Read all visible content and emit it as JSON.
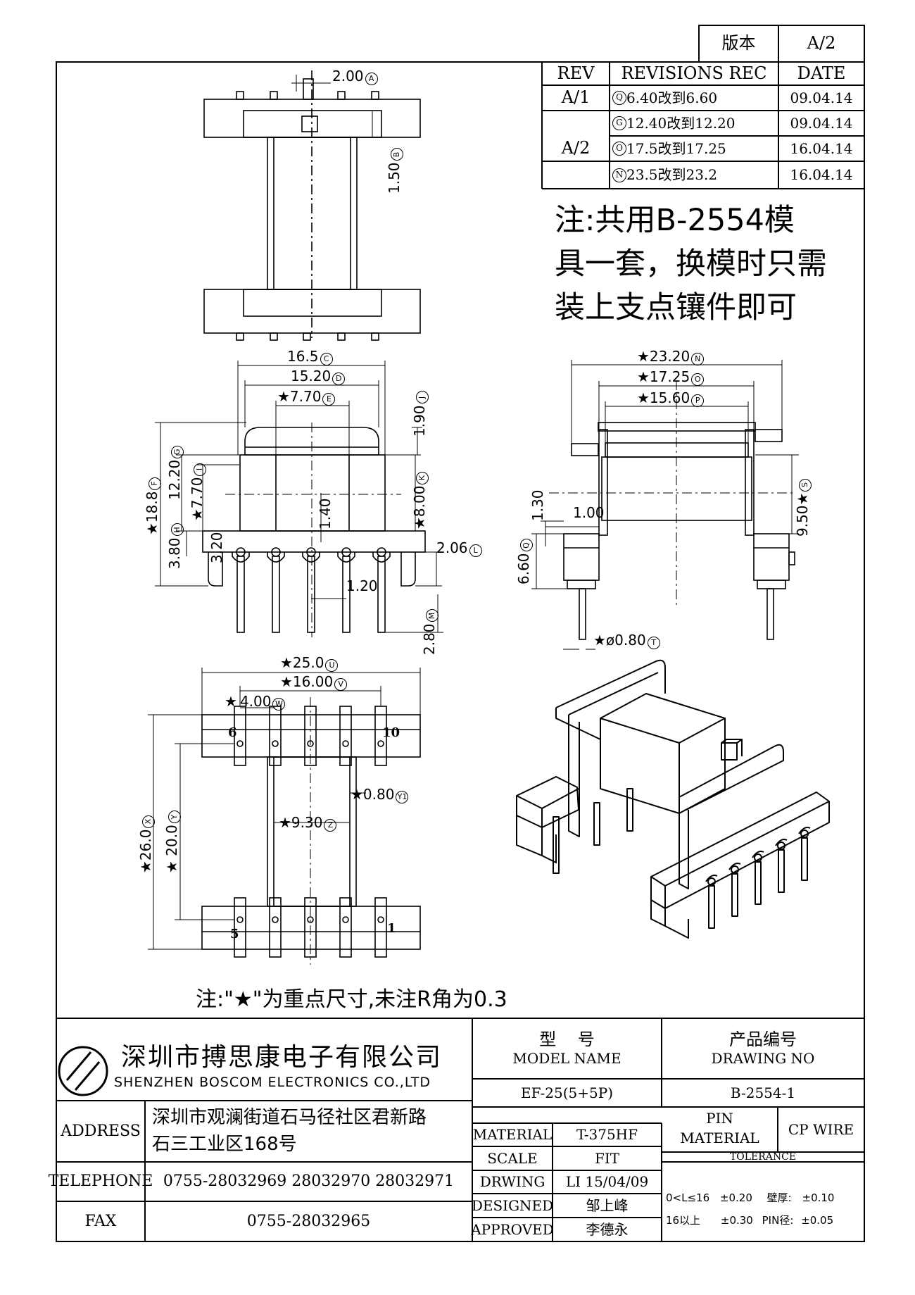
{
  "version_box": {
    "label": "版本",
    "value": "A/2"
  },
  "revisions": {
    "headers": [
      "REV",
      "REVISIONS REC",
      "DATE"
    ],
    "rows": [
      {
        "rev": "A/1",
        "mark": "Q",
        "text": "6.40改到6.60",
        "date": "09.04.14"
      },
      {
        "rev": "",
        "mark": "G",
        "text": "12.40改到12.20",
        "date": "09.04.14"
      },
      {
        "rev": "A/2",
        "mark": "O",
        "text": "17.5改到17.25",
        "date": "16.04.14"
      },
      {
        "rev": "",
        "mark": "N",
        "text": "23.5改到23.2",
        "date": "16.04.14"
      }
    ]
  },
  "note_top": [
    "注:共用B-2554模",
    "具一套，换模时只需",
    "装上支点镶件即可"
  ],
  "note_bottom": "注:\"★\"为重点尺寸,未注R角为0.3",
  "dims_top_view": [
    {
      "value": "2.00",
      "mark": "A"
    },
    {
      "value": "1.50",
      "mark": "B"
    }
  ],
  "dims_front_view": [
    {
      "value": "16.5",
      "mark": "C"
    },
    {
      "value": "15.20",
      "mark": "D"
    },
    {
      "value": "★7.70",
      "mark": "E"
    },
    {
      "value": "★18.8",
      "mark": "F"
    },
    {
      "value": "12.20",
      "mark": "G"
    },
    {
      "value": "3.80",
      "mark": "H"
    },
    {
      "value": "★7.70",
      "mark": "I"
    },
    {
      "value": "1.90",
      "mark": "J"
    },
    {
      "value": "★8.00",
      "mark": "K"
    },
    {
      "value": "2.06",
      "mark": "L"
    },
    {
      "value": "2.80",
      "mark": "M"
    },
    {
      "value": "3.20",
      "mark": ""
    },
    {
      "value": "1.40",
      "mark": ""
    },
    {
      "value": "1.20",
      "mark": ""
    }
  ],
  "dims_side_view": [
    {
      "value": "★23.20",
      "mark": "N"
    },
    {
      "value": "★17.25",
      "mark": "O"
    },
    {
      "value": "★15.60",
      "mark": "P"
    },
    {
      "value": "6.60",
      "mark": "Q"
    },
    {
      "value": "1.30",
      "mark": ""
    },
    {
      "value": "1.00",
      "mark": ""
    },
    {
      "value": "9.50★",
      "mark": "S"
    },
    {
      "value": "★ø0.80",
      "mark": "T"
    }
  ],
  "dims_bottom_view": [
    {
      "value": "★25.0",
      "mark": "U"
    },
    {
      "value": "★16.00",
      "mark": "V"
    },
    {
      "value": "4.00",
      "mark": "W"
    },
    {
      "value": "★26.0",
      "mark": "X"
    },
    {
      "value": "★ 20.0",
      "mark": "Y"
    },
    {
      "value": "★0.80",
      "mark": "Y1"
    },
    {
      "value": "★9.30",
      "mark": "Z"
    }
  ],
  "pin_labels": [
    "6",
    "10",
    "5",
    "1"
  ],
  "star_mark": "★",
  "title_block": {
    "company_cn": "深圳市搏思康电子有限公司",
    "company_en": "SHENZHEN BOSCOM ELECTRONICS CO.,LTD",
    "address_label": "ADDRESS",
    "address_lines": [
      "深圳市观澜街道石马径社区君新路",
      "石三工业区168号"
    ],
    "telephone_label": "TELEPHONE",
    "telephone": "0755-28032969 28032970 28032971",
    "fax_label": "FAX",
    "fax": "0755-28032965",
    "model_cn": "型    号",
    "model_en": "MODEL NAME",
    "model_value": "EF-25(5+5P)",
    "drawing_cn": "产品编号",
    "drawing_en": "DRAWING NO",
    "drawing_value": "B-2554-1",
    "material_label": "MATERIAL",
    "material_value": "T-375HF",
    "scale_label": "SCALE",
    "scale_value": "FIT",
    "drwing_label": "DRWING",
    "drwing_value": "LI 15/04/09",
    "designed_label": "DESIGNED",
    "designed_value": "邹上峰",
    "approved_label": "APPROVED",
    "approved_value": "李德永",
    "pin_material_label": [
      "PIN",
      "MATERIAL"
    ],
    "pin_material_value": "CP WIRE",
    "tolerance_label": "TOLERANCE",
    "tolerance_rows": [
      {
        "range": "0<L≤16",
        "tol": "±0.20",
        "item": "壁厚:",
        "item_tol": "±0.10"
      },
      {
        "range": "16以上",
        "tol": "±0.30",
        "item": "PIN径:",
        "item_tol": "±0.05"
      }
    ]
  }
}
